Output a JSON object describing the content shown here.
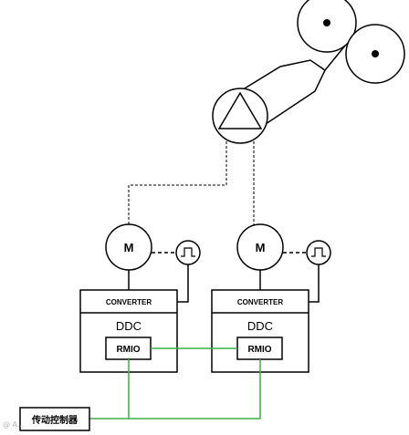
{
  "drives": [
    {
      "motor_label": "M",
      "converter_label": "CONVERTER",
      "ddc_label": "DDC",
      "rmio_label": "RMIO"
    },
    {
      "motor_label": "M",
      "converter_label": "CONVERTER",
      "ddc_label": "DDC",
      "rmio_label": "RMIO"
    }
  ],
  "controller_label": "传动控制器",
  "watermark": "@ A..."
}
